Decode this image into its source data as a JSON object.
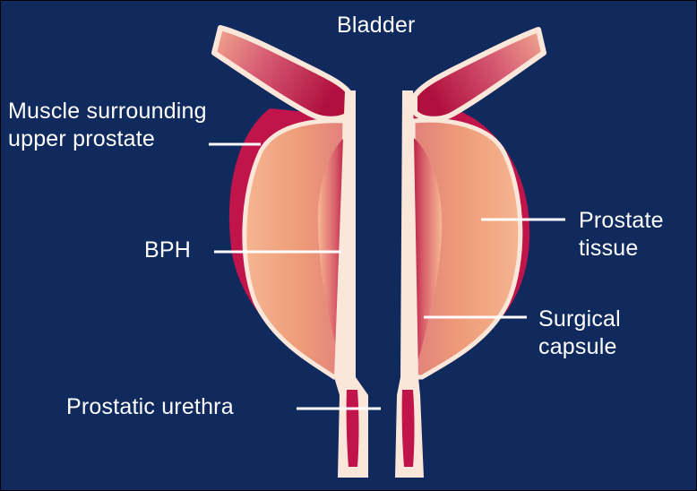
{
  "labels": {
    "bladder": "Bladder",
    "muscle": [
      "Muscle surrounding",
      "upper prostate"
    ],
    "bph": "BPH",
    "prostate_tissue": [
      "Prostate",
      "tissue"
    ],
    "surgical_capsule": [
      "Surgical",
      "capsule"
    ],
    "urethra": "Prostatic urethra"
  },
  "colors": {
    "background": "#102a5e",
    "muscle": "#c0144a",
    "tissue": "#f0a27c",
    "wall": "#fbe7da",
    "text": "#ffffff"
  }
}
